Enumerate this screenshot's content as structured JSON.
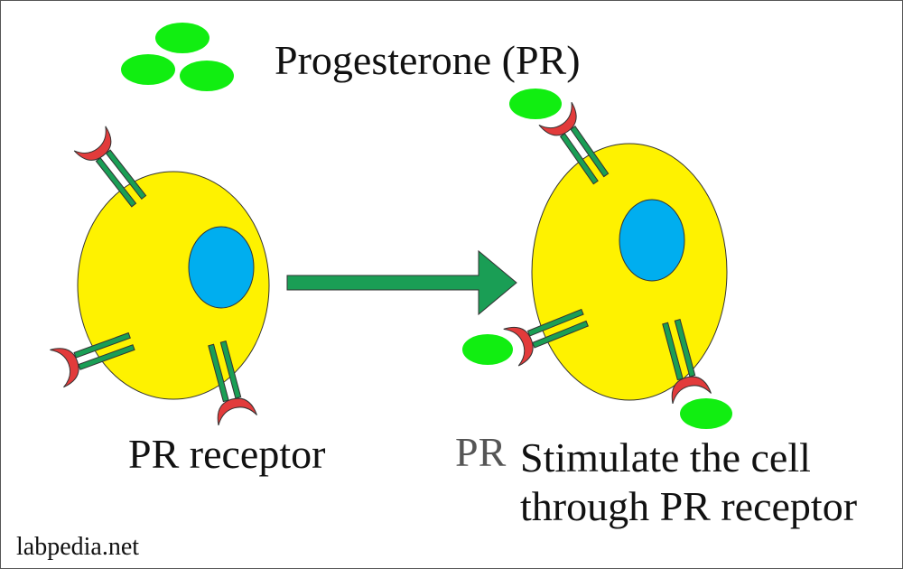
{
  "title": "Progesterone (PR)",
  "left_caption": "PR receptor",
  "pr_tag": "PR",
  "right_caption": [
    "Stimulate the cell",
    "through PR receptor"
  ],
  "watermark": "labpedia.net",
  "colors": {
    "cell": "#fef200",
    "nucleus": "#00aeef",
    "hormone": "#11ee11",
    "receptor_cup": "#e23b3b",
    "receptor_stem": "#1a9e55",
    "arrow": "#1a9e55"
  }
}
